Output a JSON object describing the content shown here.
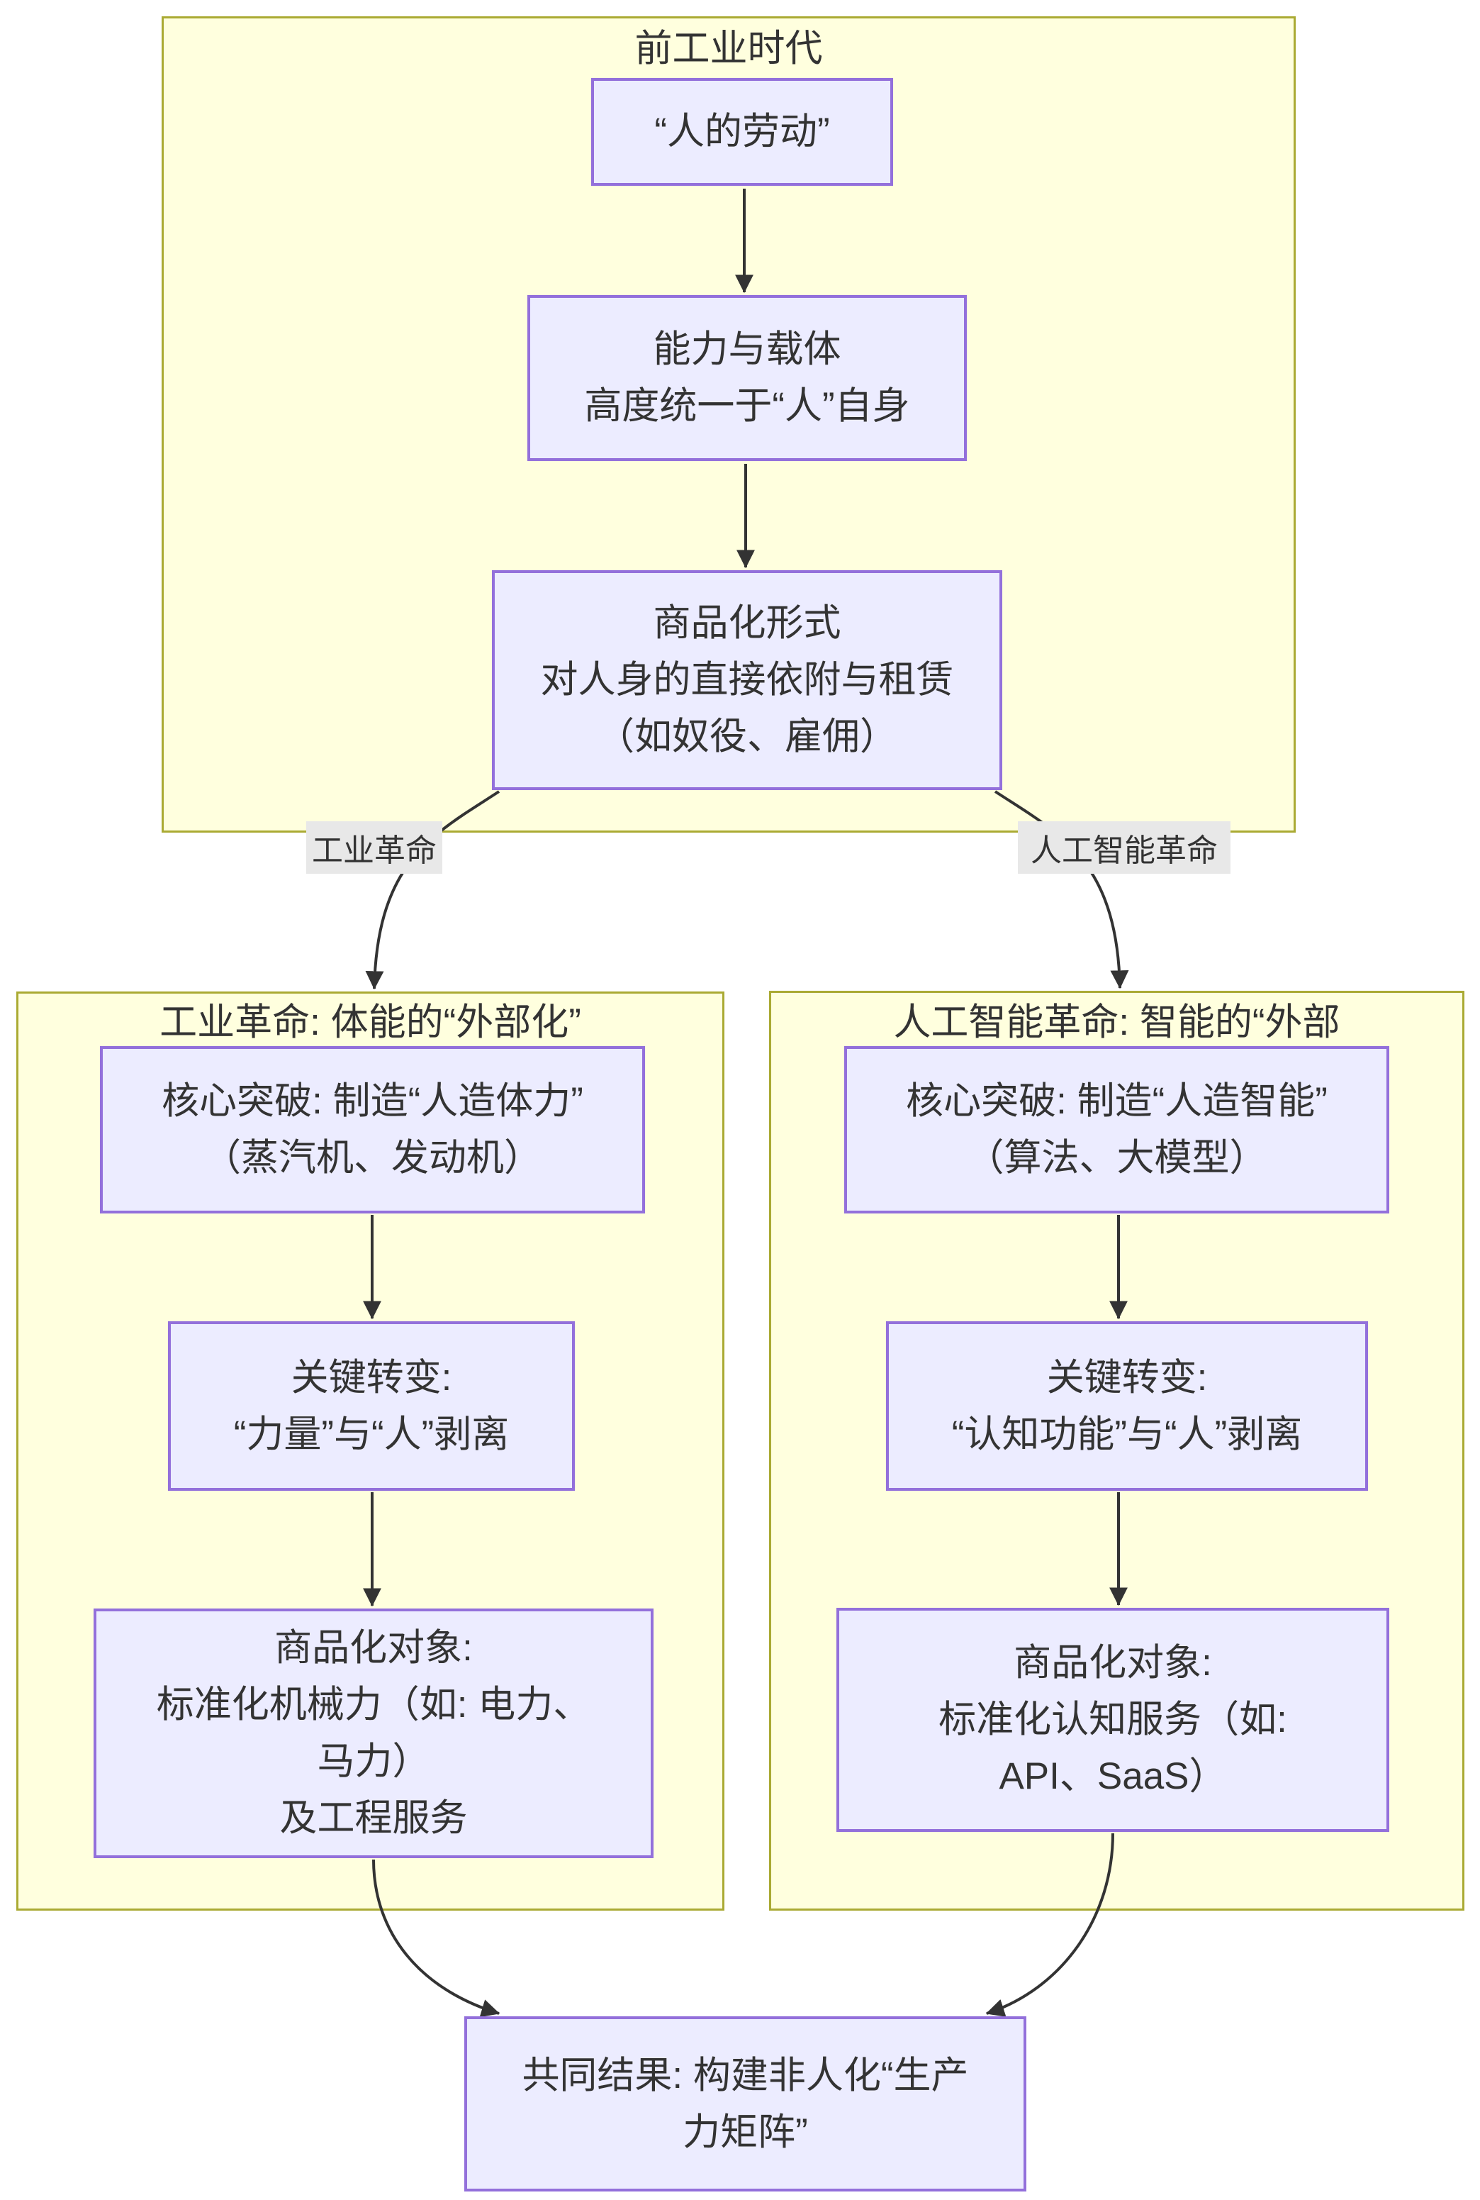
{
  "colors": {
    "node_fill": "#ECECFF",
    "node_border": "#9370DB",
    "cluster_fill": "#FFFFDE",
    "cluster_border": "#AAAA33",
    "edge": "#333333",
    "text": "#333333",
    "edge_label_bg": "#E8E8E8",
    "page_bg": "#FFFFFF"
  },
  "top_cluster": {
    "title": "前工业时代",
    "human_labor": {
      "lines": [
        "“人的劳动”"
      ]
    },
    "capability_carrier": {
      "lines": [
        "能力与载体",
        "高度统一于“人”自身"
      ]
    },
    "commodification_form": {
      "lines": [
        "商品化形式",
        "对人身的直接依附与租赁",
        "（如奴役、雇佣）"
      ]
    }
  },
  "edge_labels": {
    "industrial": "工业革命",
    "ai": "人工智能革命"
  },
  "left_cluster": {
    "title": "工业革命: 体能的“外部化”",
    "core_breakthrough": {
      "lines": [
        "核心突破: 制造“人造体力”",
        "（蒸汽机、发动机）"
      ]
    },
    "key_shift": {
      "lines": [
        "关键转变:",
        "“力量”与“人”剥离"
      ]
    },
    "commodified_object": {
      "lines": [
        "商品化对象:",
        "标准化机械力（如: 电力、",
        "马力）",
        "及工程服务"
      ]
    }
  },
  "right_cluster": {
    "title": "人工智能革命: 智能的“外部",
    "core_breakthrough": {
      "lines": [
        "核心突破: 制造“人造智能”",
        "（算法、大模型）"
      ]
    },
    "key_shift": {
      "lines": [
        "关键转变:",
        "“认知功能”与“人”剥离"
      ]
    },
    "commodified_object": {
      "lines": [
        "商品化对象:",
        "标准化认知服务（如:",
        "API、SaaS）"
      ]
    }
  },
  "result": {
    "lines": [
      "共同结果: 构建非人化“生产",
      "力矩阵”"
    ]
  }
}
